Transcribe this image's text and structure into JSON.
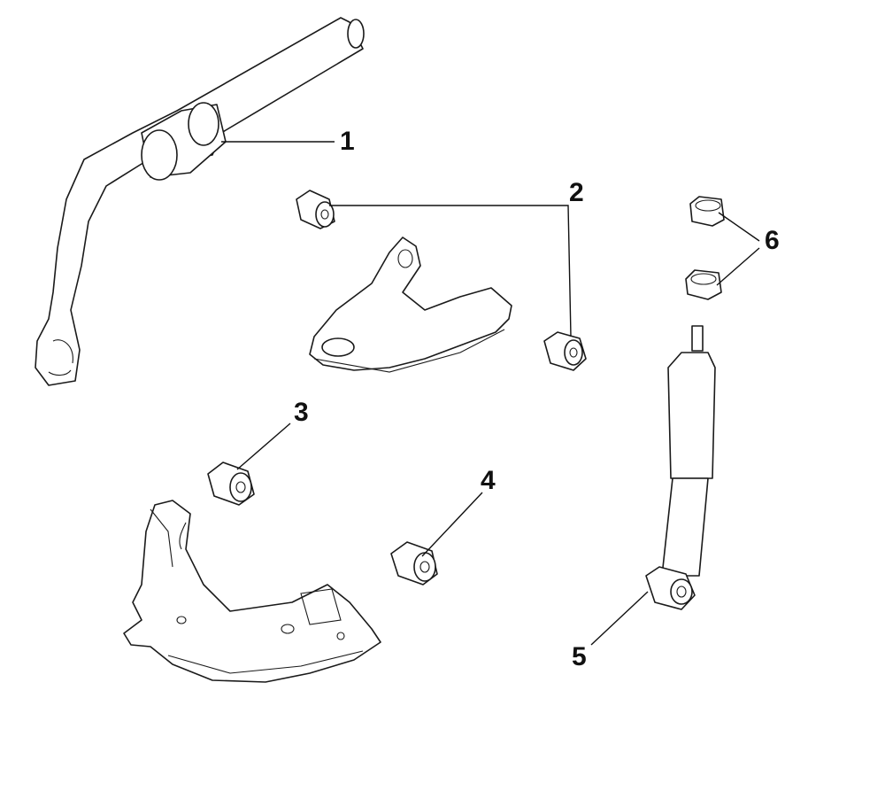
{
  "diagram": {
    "title": "",
    "callouts": [
      {
        "number": "1",
        "part": "stabilizer-bar-bushing"
      },
      {
        "number": "2",
        "part": "upper-control-arm-bushing"
      },
      {
        "number": "3",
        "part": "lower-control-arm-front-bushing"
      },
      {
        "number": "4",
        "part": "lower-control-arm-rear-bushing"
      },
      {
        "number": "5",
        "part": "shock-absorber-lower-bushing"
      },
      {
        "number": "6",
        "part": "shock-absorber-upper-bushing"
      }
    ],
    "colors": {
      "line": "#1a1a1a",
      "background": "#ffffff"
    }
  }
}
